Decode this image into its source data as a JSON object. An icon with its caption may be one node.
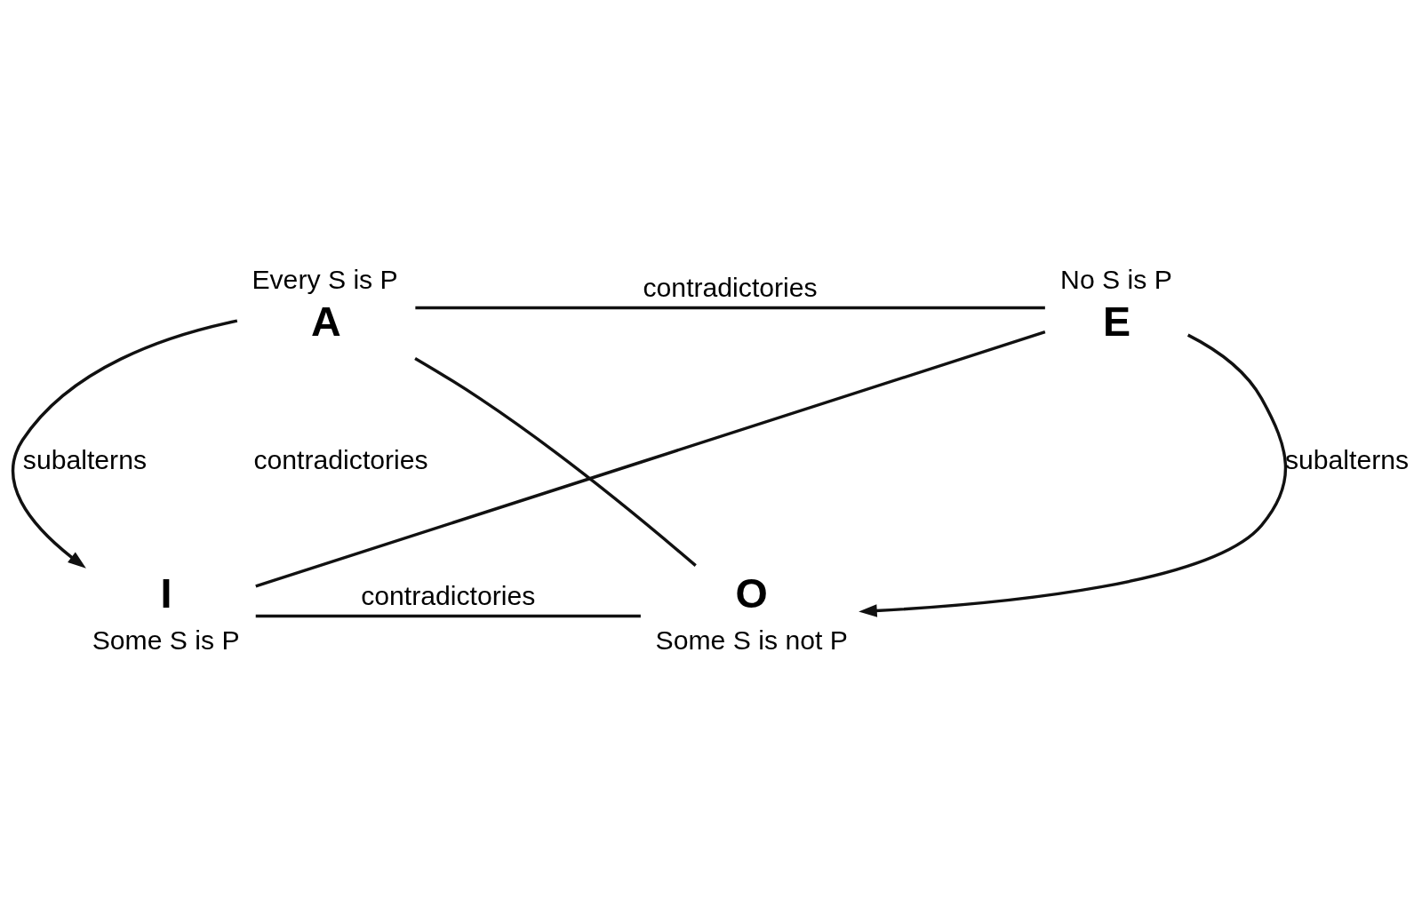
{
  "diagram": {
    "nodes": [
      {
        "text": [
          "A"
        ],
        "beside": [
          "Every S is P"
        ]
      },
      {
        "text": [
          "E"
        ],
        "beside": [
          "No S is P"
        ]
      },
      {
        "text": [
          "I"
        ],
        "beside": [
          "Some S is P"
        ]
      },
      {
        "text": [
          "O"
        ],
        "beside": [
          "Some S is not P"
        ]
      }
    ],
    "edges": [
      {
        "from": 0,
        "to": 1,
        "arrow": "none",
        "label": "contradictories"
      },
      {
        "from": 0,
        "to": 2,
        "arrow": "to",
        "label": "subalterns"
      },
      {
        "from": 1,
        "to": 3,
        "arrow": "to",
        "label": "subalterns"
      },
      {
        "from": 0,
        "to": 3,
        "arrow": "none"
      },
      {
        "from": 1,
        "to": 2,
        "arrow": "none"
      },
      {
        "from": 2,
        "to": 3,
        "arrow": "none",
        "label": "contradictories"
      }
    ],
    "labels": [
      "contradictories"
    ]
  }
}
